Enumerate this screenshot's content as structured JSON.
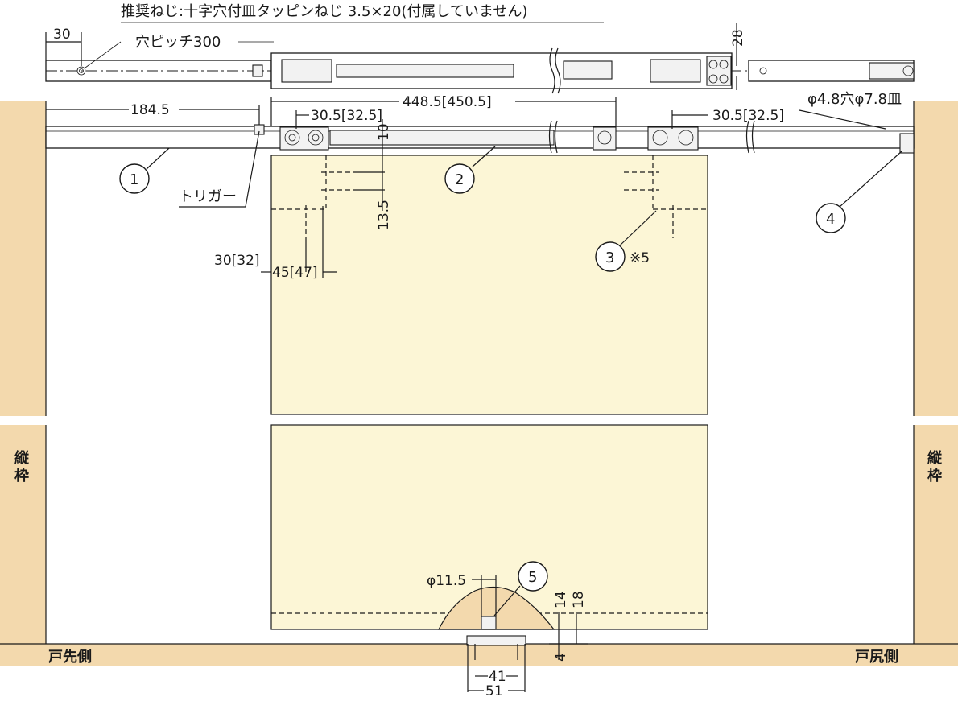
{
  "header": {
    "screw_note": "推奨ねじ:十字穴付皿タッピンねじ 3.5×20(付属していません)"
  },
  "labels": {
    "hole_pitch": "穴ピッチ300",
    "trigger": "トリガー",
    "left_frame": "縦枠",
    "right_frame": "縦枠",
    "door_front_side": "戸先側",
    "door_rear_side": "戸尻側",
    "hole_spec": "φ4.8穴φ7.8皿",
    "note_mark": "※5"
  },
  "dimensions": {
    "d30": "30",
    "d28": "28",
    "d184_5": "184.5",
    "d448_5": "448.5[450.5]",
    "d30_5_left": "30.5[32.5]",
    "d30_5_right": "30.5[32.5]",
    "d10": "10",
    "d13_5": "13.5",
    "d30_32": "30[32]",
    "d45_47": "45[47]",
    "d11_5": "φ11.5",
    "d14": "14",
    "d18": "18",
    "d4": "4",
    "d41": "41",
    "d51": "51"
  },
  "callouts": [
    "1",
    "2",
    "3",
    "4",
    "5"
  ],
  "colors": {
    "wall": "#f3d9ad",
    "door": "#fcf6d6",
    "line": "#1a1a1a",
    "guide_cut": "#f3d9ad"
  }
}
